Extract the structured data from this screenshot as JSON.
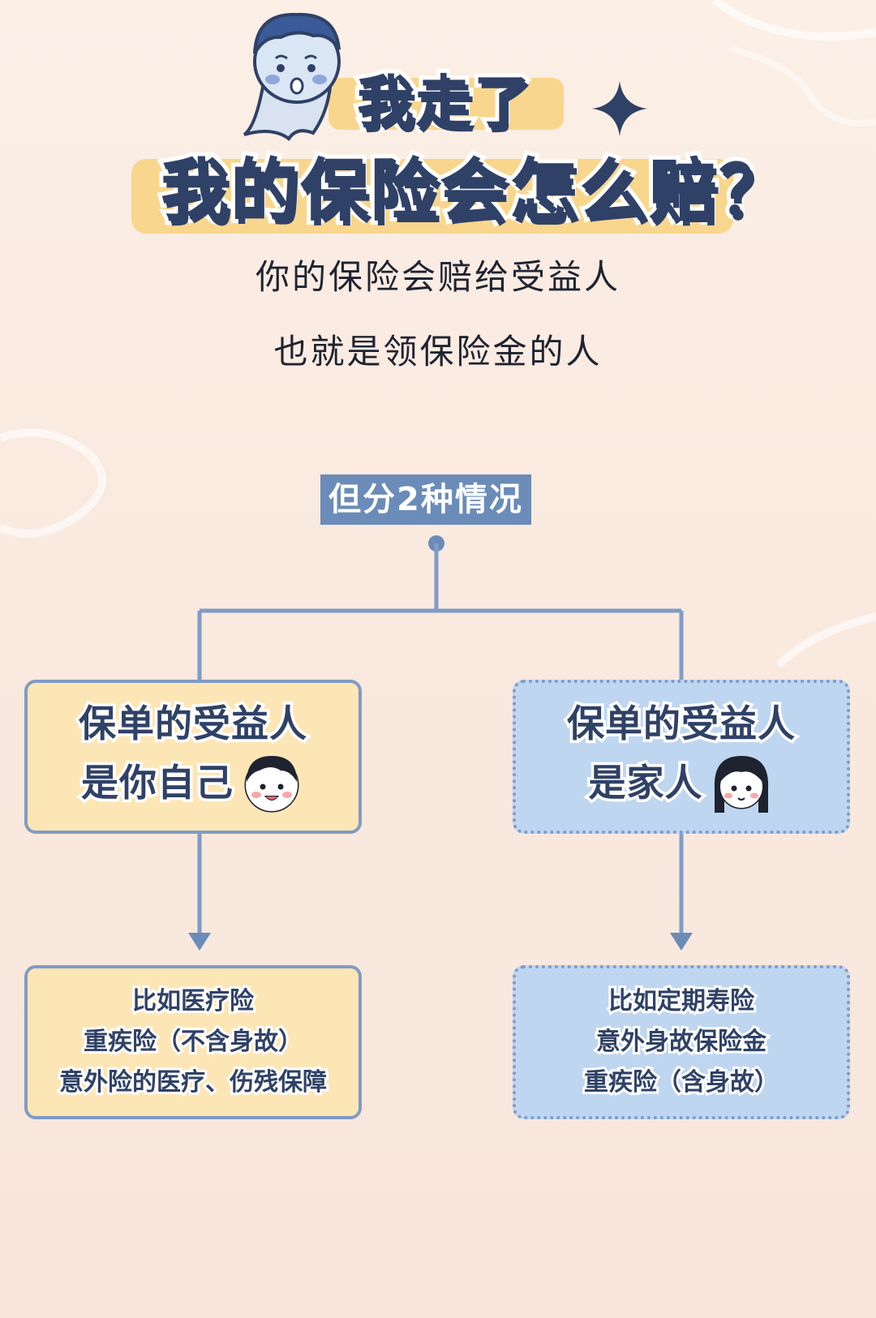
{
  "title": {
    "line1": "我走了",
    "line2": "我的保险会怎么赔？"
  },
  "subtitle": {
    "line1": "你的保险会赔给受益人",
    "line2": "也就是领保险金的人"
  },
  "tree": {
    "root": "但分2种情况",
    "left": {
      "heading_line1": "保单的受益人",
      "heading_line2": "是你自己",
      "examples": [
        "比如医疗险",
        "重疾险（不含身故）",
        "意外险的医疗、伤残保障"
      ]
    },
    "right": {
      "heading_line1": "保单的受益人",
      "heading_line2": "是家人",
      "examples": [
        "比如定期寿险",
        "意外身故保险金",
        "重疾险（含身故）"
      ]
    }
  },
  "colors": {
    "navy": "#2f4166",
    "yellow_band": "#f9d68d",
    "box_yellow": "#fde6b6",
    "box_blue": "#bfd6f1",
    "line_blue": "#7f9cc5"
  }
}
